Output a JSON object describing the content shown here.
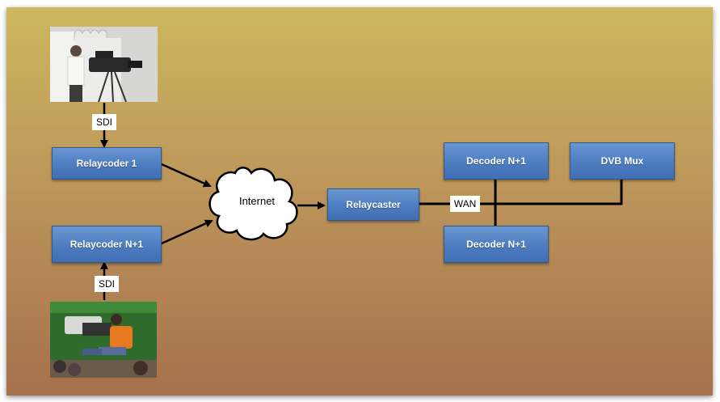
{
  "nodes": {
    "relaycoder_1": "Relaycoder 1",
    "relaycoder_n1": "Relaycoder N+1",
    "internet": "Internet",
    "relaycaster": "Relaycaster",
    "decoder_top": "Decoder N+1",
    "decoder_bottom": "Decoder N+1",
    "dvb_mux": "DVB Mux"
  },
  "links": {
    "sdi_top": "SDI",
    "sdi_bottom": "SDI",
    "wan": "WAN"
  },
  "colors": {
    "background_top": "#cdb75e",
    "background_bottom": "#a5704c",
    "box_fill": "#4d7dc0",
    "box_text": "#ffffff",
    "connector": "#000000"
  },
  "icons": {
    "top_photo": "camera-operator-photo",
    "bottom_photo": "stadium-cameraman-photo",
    "cloud": "internet-cloud-icon"
  }
}
